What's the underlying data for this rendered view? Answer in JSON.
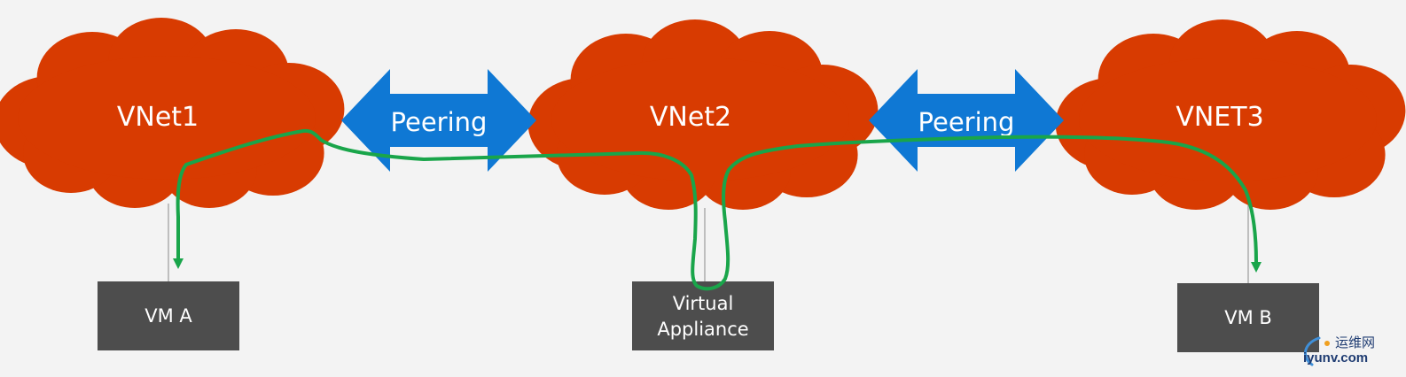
{
  "diagram": {
    "clouds": [
      {
        "id": "vnet1",
        "label": "VNet1"
      },
      {
        "id": "vnet2",
        "label": "VNet2"
      },
      {
        "id": "vnet3",
        "label": "VNET3"
      }
    ],
    "peerings": [
      {
        "label": "Peering",
        "from": "VNet1",
        "to": "VNet2"
      },
      {
        "label": "Peering",
        "from": "VNet2",
        "to": "VNET3"
      }
    ],
    "boxes": [
      {
        "id": "vm-a",
        "line1": "VM A",
        "line2": ""
      },
      {
        "id": "virtual-appliance",
        "line1": "Virtual",
        "line2": "Appliance"
      },
      {
        "id": "vm-b",
        "line1": "VM B",
        "line2": ""
      }
    ],
    "colors": {
      "cloud": "#d83b01",
      "peering_arrow": "#0f78d4",
      "box": "#4d4d4d",
      "route": "#19a54a",
      "background": "#f3f3f3"
    }
  },
  "watermark": {
    "cn": "运维网",
    "en": "iyunv.com"
  }
}
